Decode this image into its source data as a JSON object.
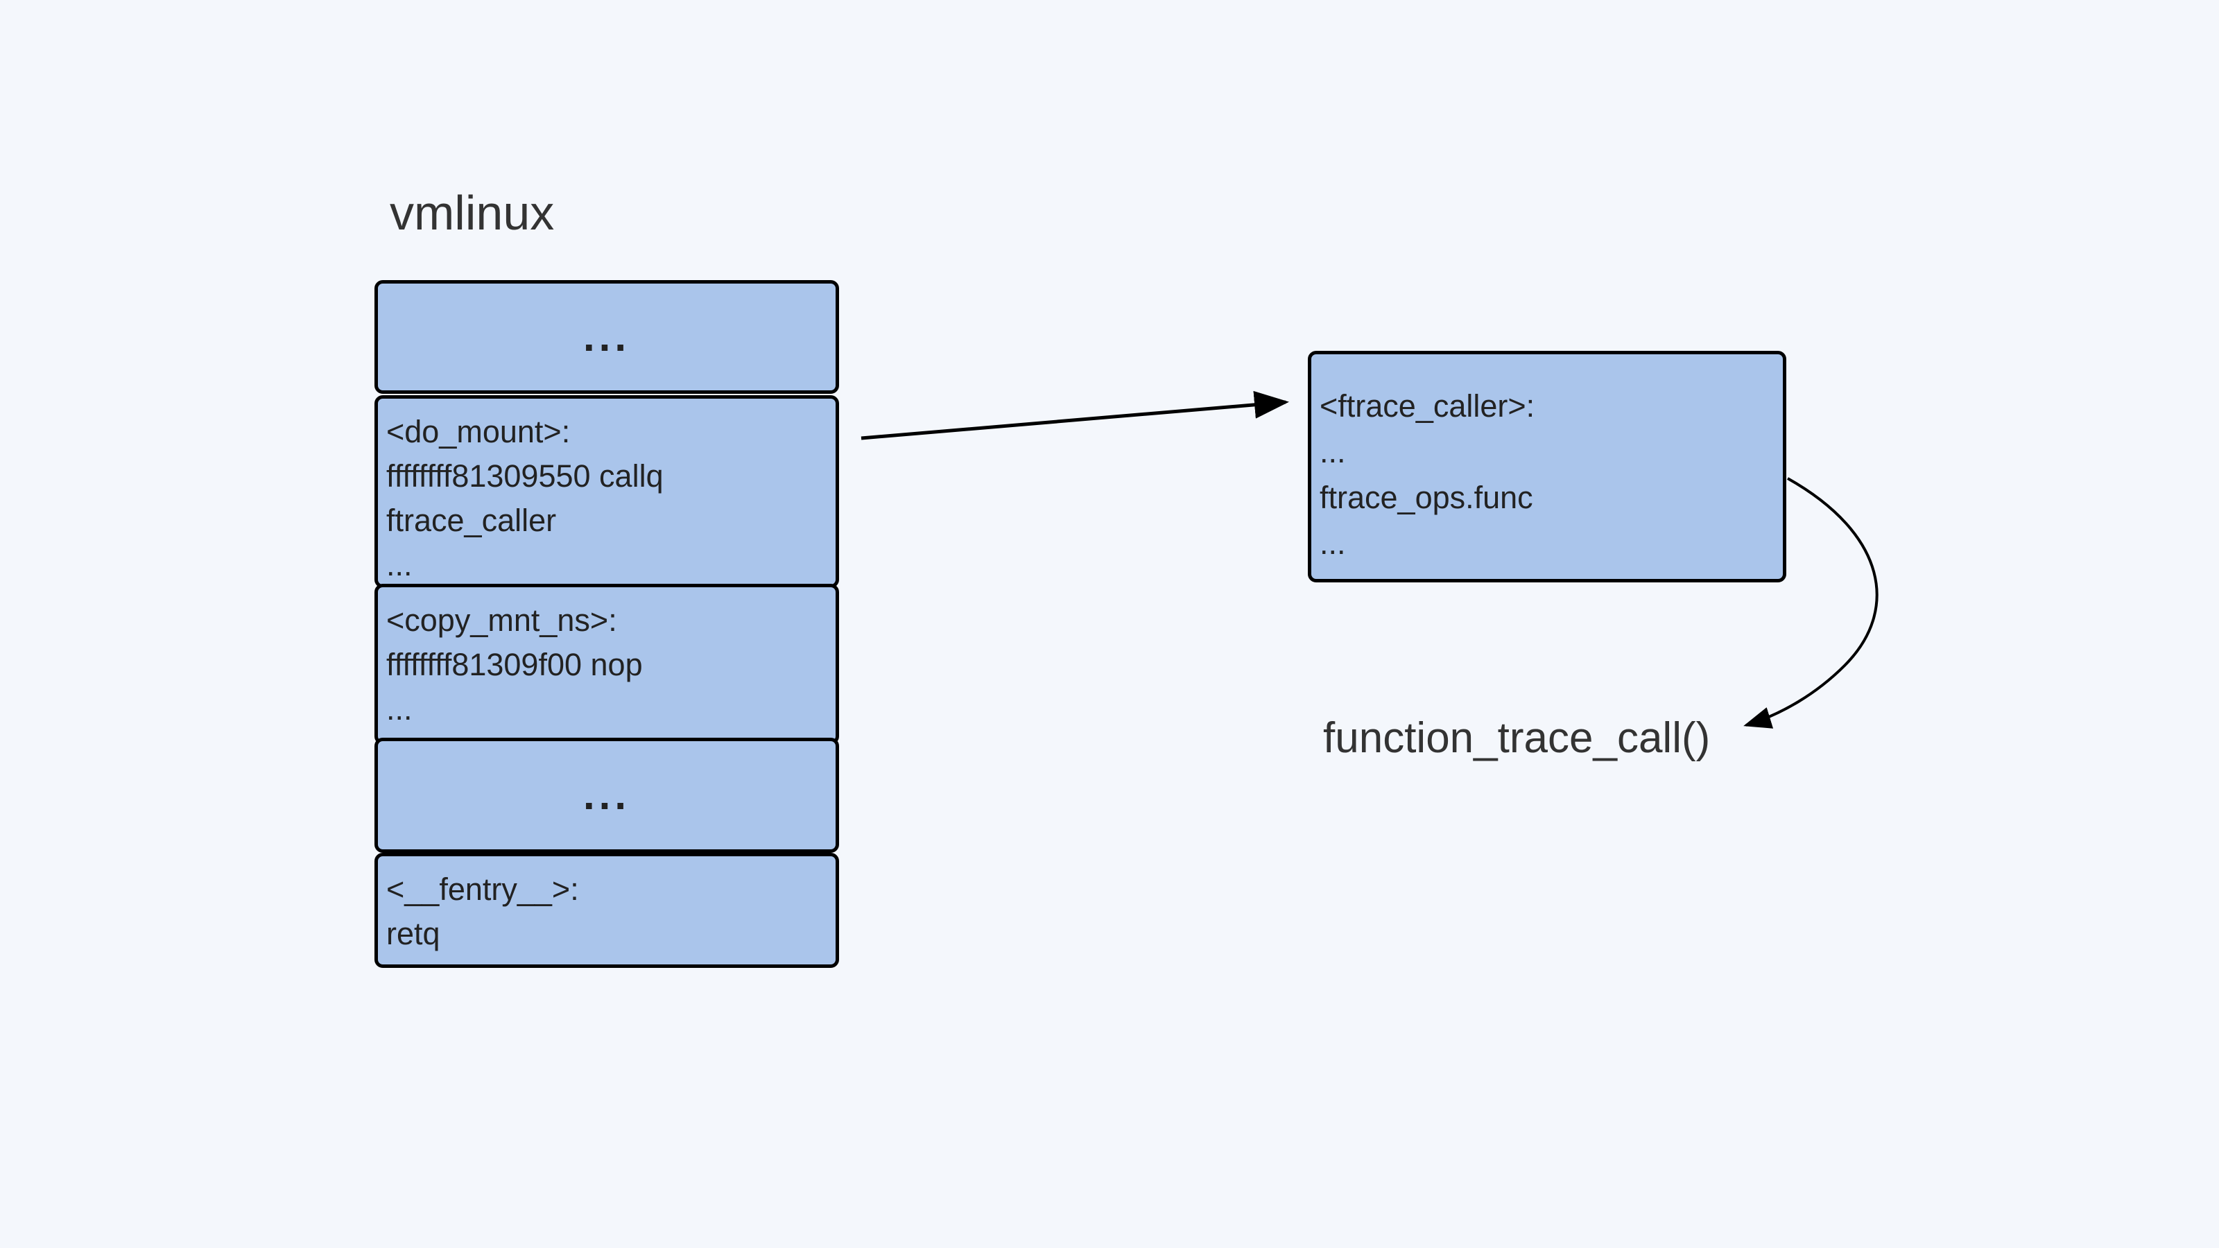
{
  "title": "vmlinux",
  "stack": {
    "top_block": "...",
    "do_mount": [
      "<do_mount>:",
      "ffffffff81309550 callq",
      "ftrace_caller",
      "..."
    ],
    "copy_mnt_ns": [
      "<copy_mnt_ns>:",
      "ffffffff81309f00 nop",
      "..."
    ],
    "middle_block": "...",
    "fentry": [
      "<__fentry__>:",
      "retq"
    ]
  },
  "ftrace_caller_box": [
    "<ftrace_caller>:",
    "...",
    "ftrace_ops.func",
    "..."
  ],
  "target_function": "function_trace_call()",
  "colors": {
    "background": "#f4f7fc",
    "box_fill": "#aac5eb",
    "box_border": "#000000",
    "text": "#333333"
  }
}
